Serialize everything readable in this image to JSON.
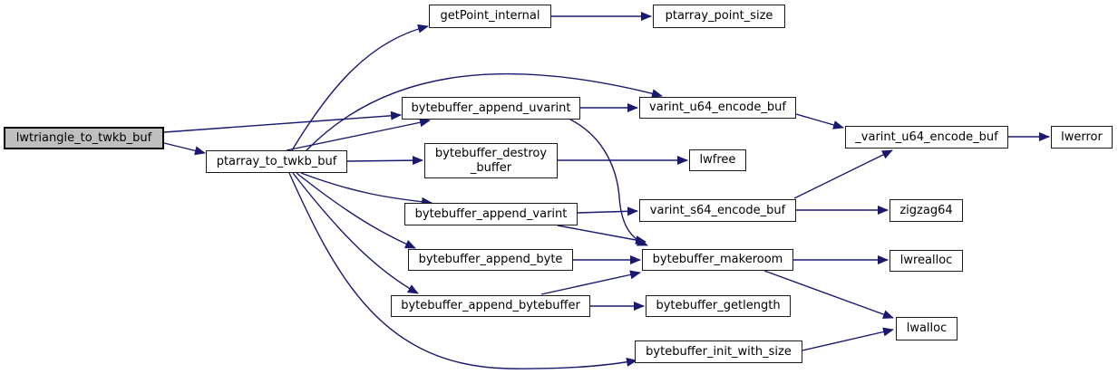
{
  "diagram_type": "call-graph",
  "colors": {
    "edge": "#191970",
    "node_fill": "#ffffff",
    "node_border": "#1a1a1a",
    "root_fill": "#bfbfbf",
    "text": "#000000",
    "background": "#ffffff"
  },
  "nodes": [
    {
      "id": "lwtriangle_to_twkb_buf",
      "label": "lwtriangle_to_twkb_buf",
      "root": true
    },
    {
      "id": "ptarray_to_twkb_buf",
      "label": "ptarray_to_twkb_buf"
    },
    {
      "id": "getPoint_internal",
      "label": "getPoint_internal"
    },
    {
      "id": "ptarray_point_size",
      "label": "ptarray_point_size"
    },
    {
      "id": "bytebuffer_append_uvarint",
      "label": "bytebuffer_append_uvarint"
    },
    {
      "id": "varint_u64_encode_buf",
      "label": "varint_u64_encode_buf"
    },
    {
      "id": "bytebuffer_destroy_buffer",
      "label": "bytebuffer_destroy",
      "label2": "_buffer"
    },
    {
      "id": "lwfree",
      "label": "lwfree"
    },
    {
      "id": "_varint_u64_encode_buf",
      "label": "_varint_u64_encode_buf"
    },
    {
      "id": "lwerror",
      "label": "lwerror"
    },
    {
      "id": "bytebuffer_append_varint",
      "label": "bytebuffer_append_varint"
    },
    {
      "id": "varint_s64_encode_buf",
      "label": "varint_s64_encode_buf"
    },
    {
      "id": "zigzag64",
      "label": "zigzag64"
    },
    {
      "id": "bytebuffer_append_byte",
      "label": "bytebuffer_append_byte"
    },
    {
      "id": "bytebuffer_makeroom",
      "label": "bytebuffer_makeroom"
    },
    {
      "id": "lwrealloc",
      "label": "lwrealloc"
    },
    {
      "id": "bytebuffer_append_bytebuffer",
      "label": "bytebuffer_append_bytebuffer"
    },
    {
      "id": "bytebuffer_getlength",
      "label": "bytebuffer_getlength"
    },
    {
      "id": "lwalloc",
      "label": "lwalloc"
    },
    {
      "id": "bytebuffer_init_with_size",
      "label": "bytebuffer_init_with_size"
    }
  ],
  "edges": [
    {
      "from": "lwtriangle_to_twkb_buf",
      "to": "ptarray_to_twkb_buf"
    },
    {
      "from": "lwtriangle_to_twkb_buf",
      "to": "bytebuffer_append_uvarint"
    },
    {
      "from": "ptarray_to_twkb_buf",
      "to": "getPoint_internal"
    },
    {
      "from": "ptarray_to_twkb_buf",
      "to": "varint_u64_encode_buf"
    },
    {
      "from": "ptarray_to_twkb_buf",
      "to": "bytebuffer_append_uvarint"
    },
    {
      "from": "ptarray_to_twkb_buf",
      "to": "bytebuffer_destroy_buffer"
    },
    {
      "from": "ptarray_to_twkb_buf",
      "to": "bytebuffer_append_varint"
    },
    {
      "from": "ptarray_to_twkb_buf",
      "to": "bytebuffer_append_byte"
    },
    {
      "from": "ptarray_to_twkb_buf",
      "to": "bytebuffer_append_bytebuffer"
    },
    {
      "from": "ptarray_to_twkb_buf",
      "to": "bytebuffer_init_with_size"
    },
    {
      "from": "getPoint_internal",
      "to": "ptarray_point_size"
    },
    {
      "from": "bytebuffer_append_uvarint",
      "to": "varint_u64_encode_buf"
    },
    {
      "from": "bytebuffer_append_uvarint",
      "to": "bytebuffer_makeroom"
    },
    {
      "from": "varint_u64_encode_buf",
      "to": "_varint_u64_encode_buf"
    },
    {
      "from": "_varint_u64_encode_buf",
      "to": "lwerror"
    },
    {
      "from": "bytebuffer_destroy_buffer",
      "to": "lwfree"
    },
    {
      "from": "bytebuffer_append_varint",
      "to": "varint_s64_encode_buf"
    },
    {
      "from": "bytebuffer_append_varint",
      "to": "bytebuffer_makeroom"
    },
    {
      "from": "varint_s64_encode_buf",
      "to": "zigzag64"
    },
    {
      "from": "varint_s64_encode_buf",
      "to": "_varint_u64_encode_buf"
    },
    {
      "from": "bytebuffer_append_byte",
      "to": "bytebuffer_makeroom"
    },
    {
      "from": "bytebuffer_append_bytebuffer",
      "to": "bytebuffer_getlength"
    },
    {
      "from": "bytebuffer_append_bytebuffer",
      "to": "bytebuffer_makeroom"
    },
    {
      "from": "bytebuffer_makeroom",
      "to": "lwrealloc"
    },
    {
      "from": "bytebuffer_makeroom",
      "to": "lwalloc"
    },
    {
      "from": "bytebuffer_init_with_size",
      "to": "lwalloc"
    }
  ]
}
